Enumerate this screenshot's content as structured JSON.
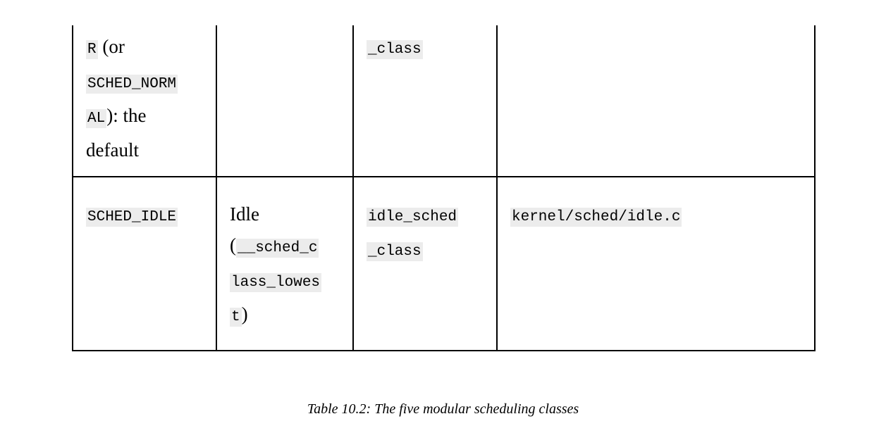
{
  "table": {
    "row_partial": {
      "col1": {
        "code_a": "R",
        "text_a": " (or",
        "code_b": "SCHED_NORM",
        "code_c": "AL",
        "text_b": "): the",
        "text_c": "default"
      },
      "col2": "",
      "col3": "_class",
      "col4": ""
    },
    "row_idle": {
      "policy": "SCHED_IDLE",
      "priority_text": "Idle",
      "priority_open": "(",
      "priority_code_1": "__sched_c",
      "priority_code_2": "lass_lowes",
      "priority_code_3": "t",
      "priority_close": ")",
      "class_code_1": "idle_sched",
      "class_code_2": "_class",
      "source_file": "kernel/sched/idle.c"
    }
  },
  "caption": "Table 10.2: The five modular scheduling classes"
}
